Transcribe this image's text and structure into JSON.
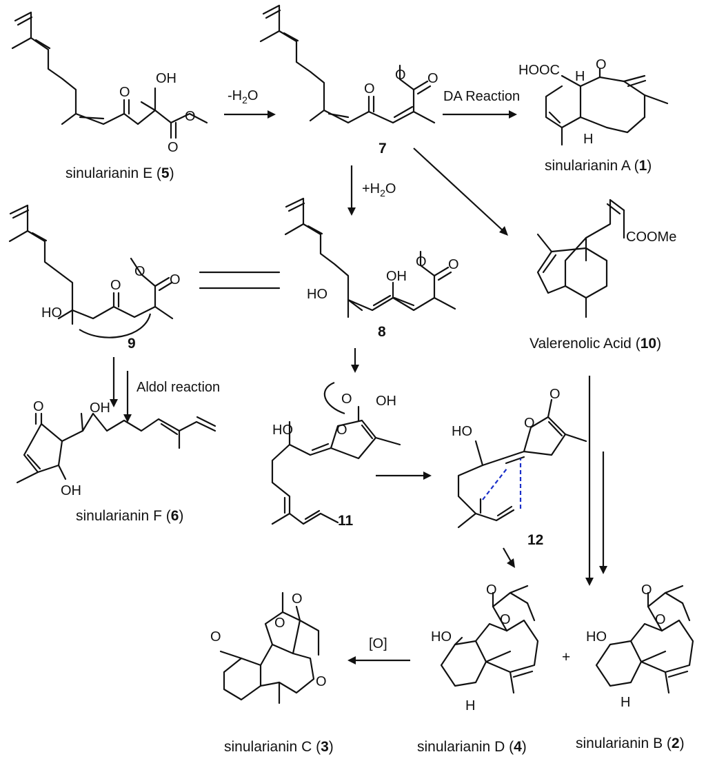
{
  "compounds": {
    "c5": {
      "name": "sinularianin E (",
      "num": "5",
      "close": ")"
    },
    "c7": {
      "num": "7"
    },
    "c1": {
      "name": "sinularianin A  (",
      "num": "1",
      "close": ")"
    },
    "c8": {
      "num": "8"
    },
    "c9": {
      "num": "9"
    },
    "c10": {
      "name": "Valerenolic Acid (",
      "num": "10",
      "close": ")"
    },
    "c6": {
      "name": "sinularianin F (",
      "num": "6",
      "close": ")"
    },
    "c11": {
      "num": "11"
    },
    "c12": {
      "num": "12"
    },
    "c3": {
      "name": "sinularianin C  (",
      "num": "3",
      "close": ")"
    },
    "c4": {
      "name": "sinularianin D (",
      "num": "4",
      "close": ")"
    },
    "c2": {
      "name": "sinularianin B (",
      "num": "2",
      "close": ")"
    }
  },
  "conditions": {
    "dehydration": {
      "text": "-H",
      "sub": "2",
      "tail": "O"
    },
    "diels_alder": "DA Reaction",
    "hydration": {
      "text": "+H",
      "sub": "2",
      "tail": "O"
    },
    "aldol": "Aldol reaction",
    "oxidation": "[O]",
    "plus": "+"
  },
  "atoms": {
    "O": "O",
    "OH": "OH",
    "HO": "HO",
    "H": "H",
    "HOOC": "HOOC",
    "COOMe": "COOMe"
  }
}
